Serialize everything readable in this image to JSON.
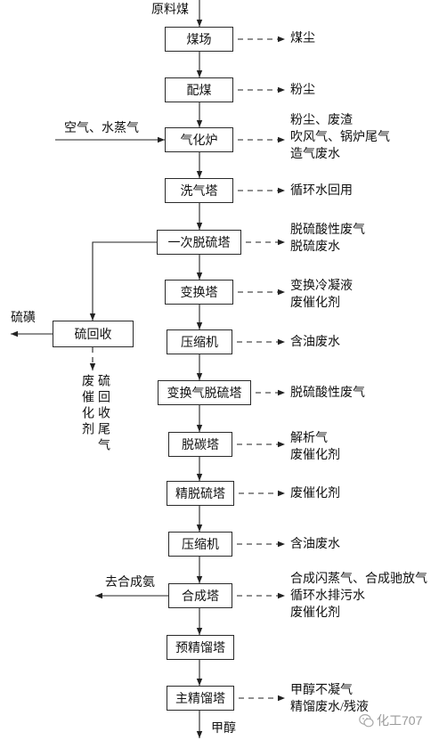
{
  "diagram": {
    "raw_material_label": "原料煤",
    "product_label": "甲醇",
    "gasifier_input_label": "空气、水蒸气",
    "nodes": [
      {
        "label": "煤场",
        "outputs": [
          "煤尘"
        ]
      },
      {
        "label": "配煤",
        "outputs": [
          "粉尘"
        ]
      },
      {
        "label": "气化炉",
        "outputs": [
          "粉尘、废渣",
          "吹风气、锅炉尾气",
          "造气废水"
        ]
      },
      {
        "label": "洗气塔",
        "outputs": [
          "循环水回用"
        ]
      },
      {
        "label": "一次脱硫塔",
        "outputs": [
          "脱硫酸性废气",
          "脱硫废水"
        ]
      },
      {
        "label": "变换塔",
        "outputs": [
          "变换冷凝液",
          "废催化剂"
        ]
      },
      {
        "label": "压缩机",
        "outputs": [
          "含油废水"
        ]
      },
      {
        "label": "变换气脱硫塔",
        "outputs": [
          "脱硫酸性废气"
        ]
      },
      {
        "label": "脱碳塔",
        "outputs": [
          "解析气",
          "废催化剂"
        ]
      },
      {
        "label": "精脱硫塔",
        "outputs": [
          "废催化剂"
        ]
      },
      {
        "label": "压缩机",
        "outputs": [
          "含油废水"
        ]
      },
      {
        "label": "合成塔",
        "outputs": [
          "合成闪蒸气、合成驰放气",
          "循环水排污水",
          "废催化剂"
        ]
      },
      {
        "label": "预精馏塔",
        "outputs": []
      },
      {
        "label": "主精馏塔",
        "outputs": [
          "甲醇不凝气",
          "精馏废水/残液"
        ]
      }
    ],
    "sulfur_recovery": {
      "label": "硫回收",
      "product": "硫磺",
      "emissions": [
        "废催化剂",
        "硫回收尾气"
      ]
    },
    "synthesis_side_output": "去合成氨"
  },
  "watermark": {
    "text": "化工707",
    "icon": "wechat-logo-icon"
  }
}
